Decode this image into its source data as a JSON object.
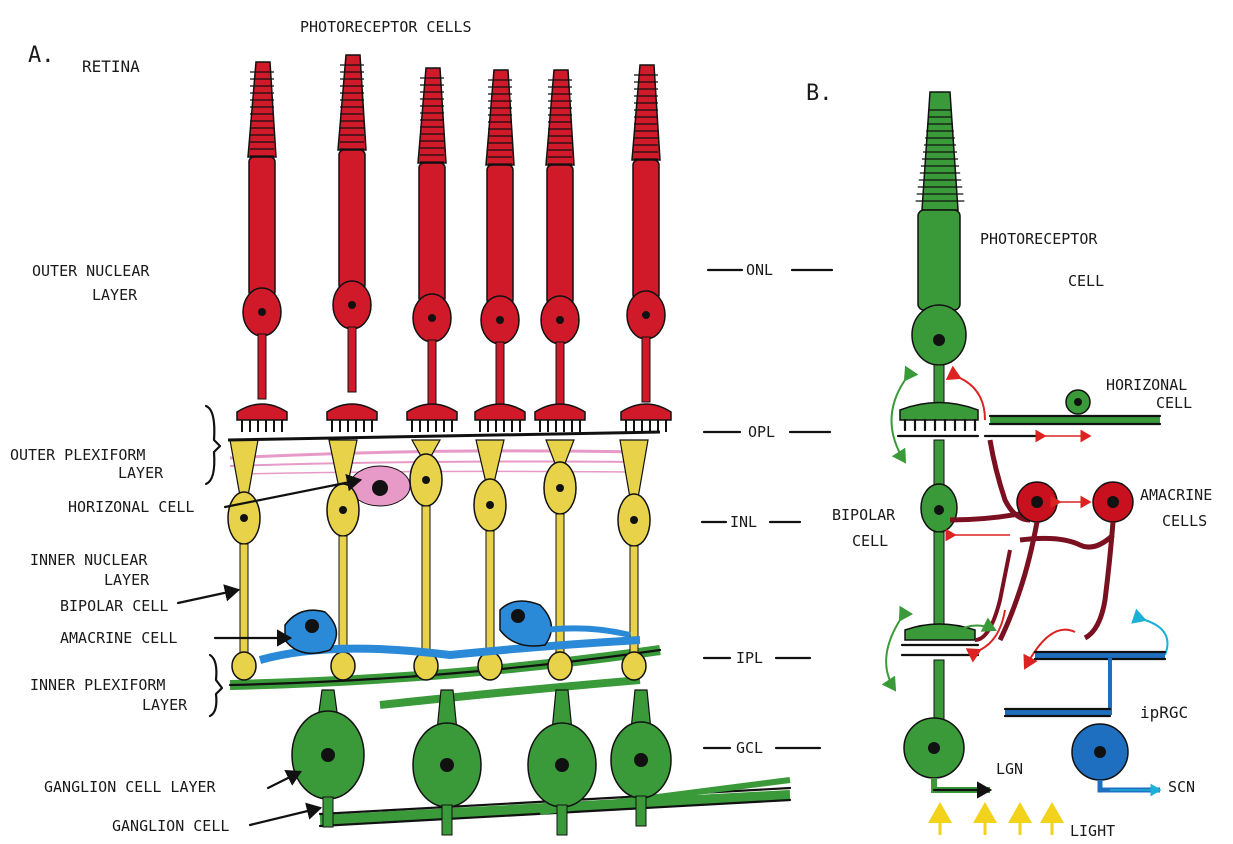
{
  "panel_a": {
    "letter": "A.",
    "title": "RETINA",
    "top_label": "PHOTORECEPTOR CELLS",
    "labels": {
      "outer_nuclear_1": "OUTER NUCLEAR",
      "outer_nuclear_2": "LAYER",
      "outer_plexiform_1": "OUTER PLEXIFORM",
      "outer_plexiform_2": "LAYER",
      "horizontal_cell": "HORIZONAL CELL",
      "inner_nuclear_1": "INNER NUCLEAR",
      "inner_nuclear_2": "LAYER",
      "bipolar_cell": "BIPOLAR CELL",
      "amacrine_cell": "AMACRINE CELL",
      "inner_plexiform_1": "INNER PLEXIFORM",
      "inner_plexiform_2": "LAYER",
      "ganglion_layer": "GANGLION CELL LAYER",
      "ganglion_cell": "GANGLION CELL"
    },
    "layer_marks": [
      "ONL",
      "OPL",
      "INL",
      "IPL",
      "GCL"
    ]
  },
  "panel_b": {
    "letter": "B.",
    "photoreceptor_1": "PHOTORECEPTOR",
    "photoreceptor_2": "CELL",
    "horizontal_1": "HORIZONAL",
    "horizontal_2": "CELL",
    "amacrine_1": "AMACRINE",
    "amacrine_2": "CELLS",
    "bipolar_1": "BIPOLAR",
    "bipolar_2": "CELL",
    "iprgc": "ipRGC",
    "lgn": "LGN",
    "scn": "SCN",
    "light": "LIGHT"
  },
  "colors": {
    "photoreceptor": "#d01a2a",
    "bipolar": "#e8d24a",
    "amacrine_a": "#2a8ad8",
    "ganglion": "#3a9a3a",
    "horizontal_pink": "#e79ac8",
    "amacrine_b": "#c8101e",
    "iprgc": "#1f6fc0",
    "light": "#f2d21a",
    "dark_red": "#7a1020"
  }
}
